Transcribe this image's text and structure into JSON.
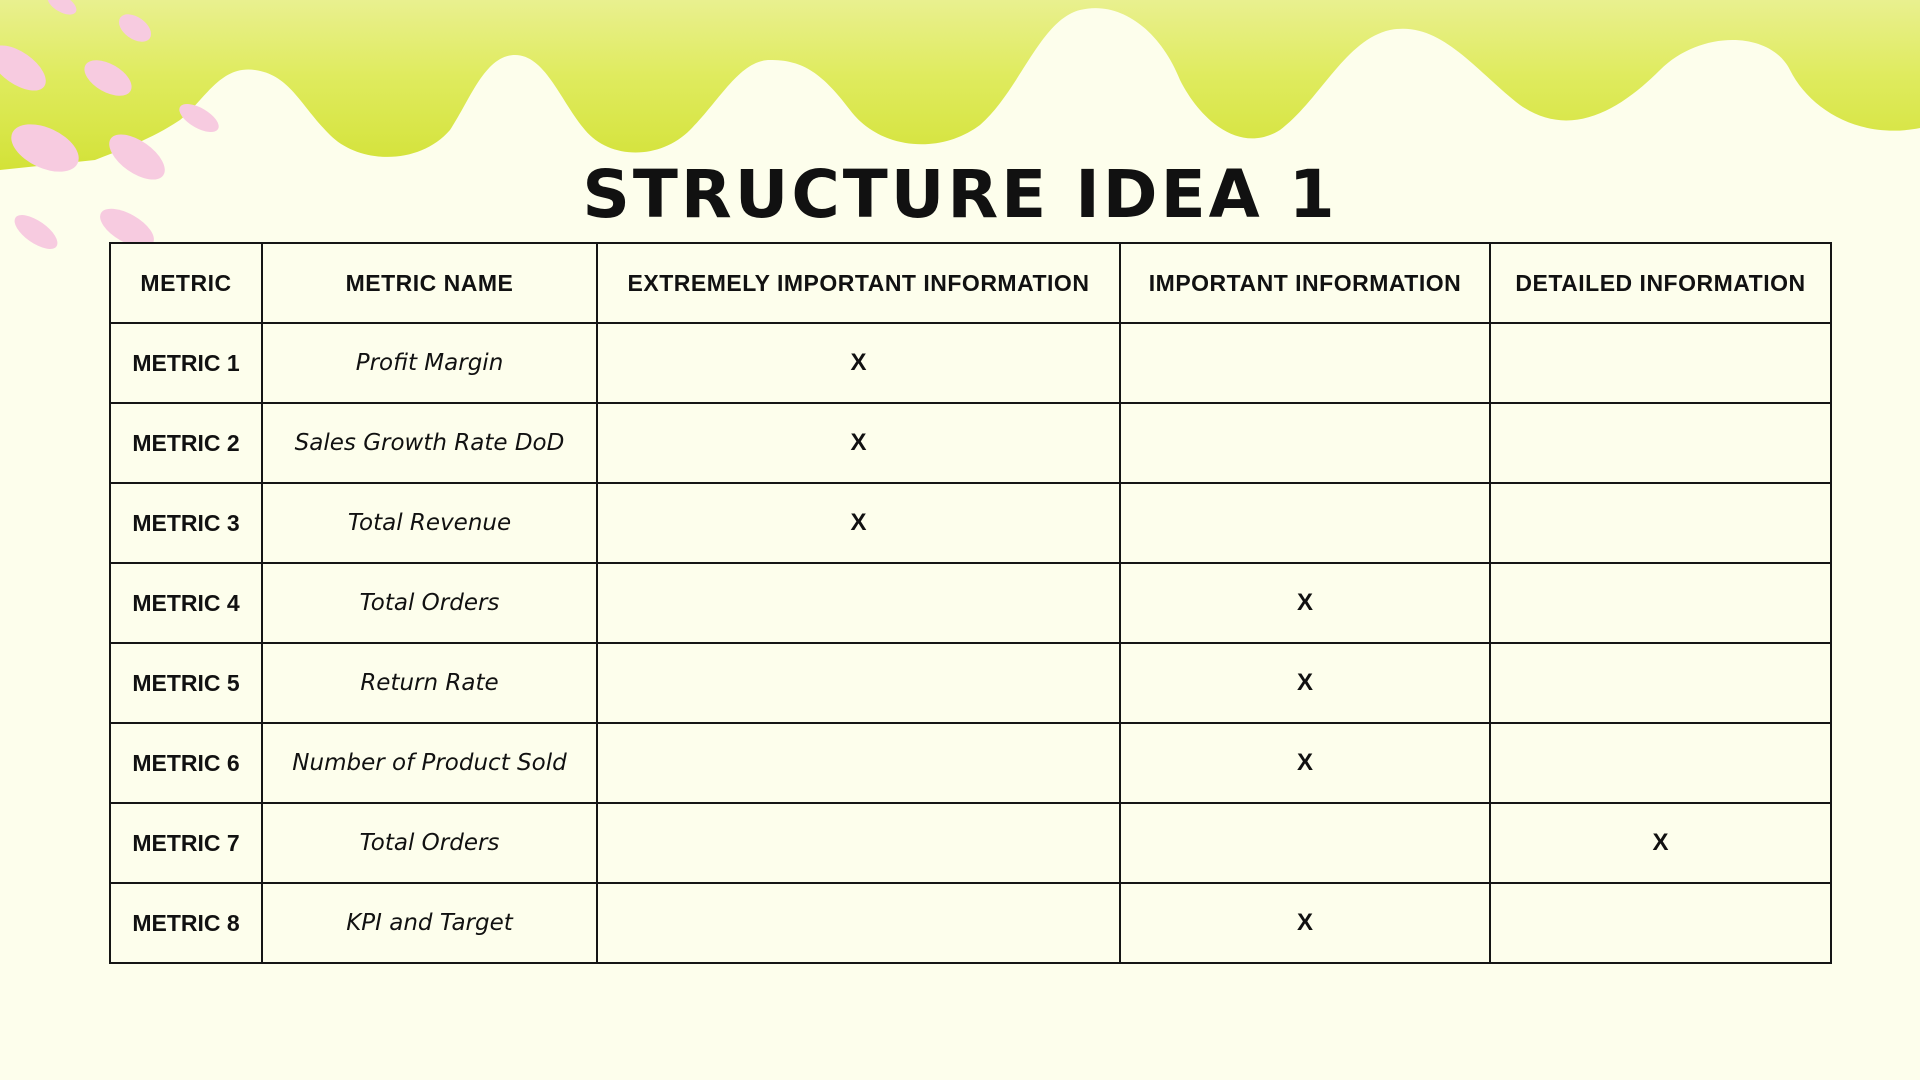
{
  "title": "STRUCTURE IDEA 1",
  "columns": [
    "METRIC",
    "METRIC NAME",
    "EXTREMELY IMPORTANT INFORMATION",
    "IMPORTANT INFORMATION",
    "DETAILED INFORMATION"
  ],
  "rows": [
    {
      "metric": "METRIC 1",
      "name": "Profit Margin",
      "extremely_important": "X",
      "important": "",
      "detailed": ""
    },
    {
      "metric": "METRIC 2",
      "name": "Sales Growth Rate DoD",
      "extremely_important": "X",
      "important": "",
      "detailed": ""
    },
    {
      "metric": "METRIC 3",
      "name": "Total Revenue",
      "extremely_important": "X",
      "important": "",
      "detailed": ""
    },
    {
      "metric": "METRIC 4",
      "name": "Total Orders",
      "extremely_important": "",
      "important": "X",
      "detailed": ""
    },
    {
      "metric": "METRIC 5",
      "name": "Return Rate",
      "extremely_important": "",
      "important": "X",
      "detailed": ""
    },
    {
      "metric": "METRIC 6",
      "name": "Number of Product Sold",
      "extremely_important": "",
      "important": "X",
      "detailed": ""
    },
    {
      "metric": "METRIC 7",
      "name": "Total Orders",
      "extremely_important": "",
      "important": "",
      "detailed": "X"
    },
    {
      "metric": "METRIC 8",
      "name": "KPI and Target",
      "extremely_important": "",
      "important": "X",
      "detailed": ""
    }
  ],
  "colors": {
    "background": "#fdfeec",
    "wave": "#d6e63a",
    "wave_light": "#e9f08f",
    "petals": "#f7cbe0",
    "border": "#151515"
  }
}
